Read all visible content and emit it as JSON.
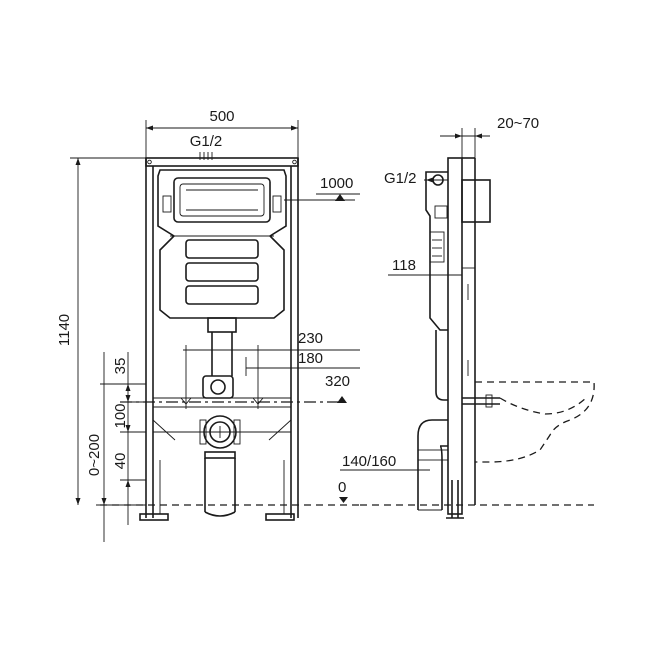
{
  "front_view": {
    "width_label": "500",
    "inlet_label": "G1/2",
    "height_label": "1140",
    "inlet_height_label": "1000",
    "dim_230": "230",
    "dim_180": "180",
    "dim_320": "320",
    "dim_35": "35",
    "dim_100": "100",
    "dim_0_200": "0~200",
    "dim_40": "40"
  },
  "side_view": {
    "wall_depth_label": "20~70",
    "inlet_label": "G1/2",
    "dim_118": "118",
    "drain_height_label": "140/160",
    "floor_label": "0"
  }
}
